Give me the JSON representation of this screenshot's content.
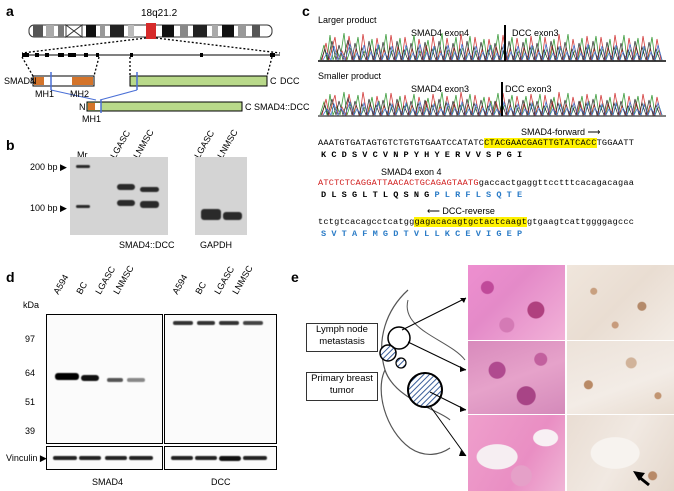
{
  "panel_a": {
    "label": "a",
    "locus": "18q21.2",
    "smad4_n": "N",
    "smad4_name": "SMAD4",
    "dcc_c": "C",
    "dcc_name": "DCC",
    "mh1": "MH1",
    "mh2": "MH2",
    "fusion_n": "N",
    "fusion_c": "C",
    "fusion_name": "SMAD4::DCC",
    "mh1_fusion": "MH1"
  },
  "panel_b": {
    "label": "b",
    "mr": "Mr",
    "lane1": "LGASC",
    "lane2": "LNMSC",
    "lane3": "LGASC",
    "lane4": "LNMSC",
    "marker_200": "200 bp",
    "marker_100": "100 bp",
    "caption1": "SMAD4::DCC",
    "caption2": "GAPDH"
  },
  "panel_c": {
    "label": "c",
    "larger_product": "Larger product",
    "larger_smad4": "SMAD4 exon4",
    "larger_dcc": "DCC exon3",
    "smaller_product": "Smaller product",
    "smaller_smad4": "SMAD4 exon3",
    "smaller_dcc": "DCC exon3",
    "forward_label": "SMAD4-forward",
    "exon4_label": "SMAD4 exon 4",
    "reverse_label": "DCC-reverse",
    "seq1_a": "AAATGTGATAGTGTCTGTGTGAATCCATATC",
    "seq1_hi": "CTACGAACGAGTTGTATCACC",
    "seq1_b": "TGGAATT",
    "aa1": "K  C  D  S  V  C  V  N  P  Y  H  Y  E  R  V  V  S  P  G  I",
    "seq2_red": "ATCTCTCAGGATTAACACTGCAGAGTAATG",
    "seq2_b": "gaccactgaggttcctttcacagacagaa",
    "aa2_a": "D  L  S  G  L  T  L  Q  S  N  G",
    "aa2_b": "  P  L  R  F  L  S  Q  T  E",
    "seq3_a": "tctgtcacagcctcatgg",
    "seq3_hi": "gagacacagtgctactcaagt",
    "seq3_b": "gtgaagtcattggggagccc",
    "aa3": "S  V  T  A  F  M  G  D  T  V  L  L  K  C  E  V  I  G  E  P"
  },
  "panel_d": {
    "label": "d",
    "kda": "kDa",
    "lanes_left": [
      "A594",
      "BC",
      "LGASC",
      "LNMSC"
    ],
    "lanes_right": [
      "A594",
      "BC",
      "LGASC",
      "LNMSC"
    ],
    "markers": [
      "97",
      "64",
      "51",
      "39"
    ],
    "vinculin": "Vinculin",
    "caption_left": "SMAD4",
    "caption_right": "DCC"
  },
  "panel_e": {
    "label": "e",
    "box1": "Lymph node metastasis",
    "box2": "Primary breast tumor"
  },
  "colors": {
    "chromosome_band": "#d62b2b",
    "mh_domain": "#d4742a",
    "dcc_domain": "#b9d98a",
    "highlight": "#fff200",
    "exon_red": "#d01b1b",
    "aa_blue": "#2b7cc7",
    "he_pink": "#e59ac3",
    "ihc_bg": "#ece4de"
  }
}
